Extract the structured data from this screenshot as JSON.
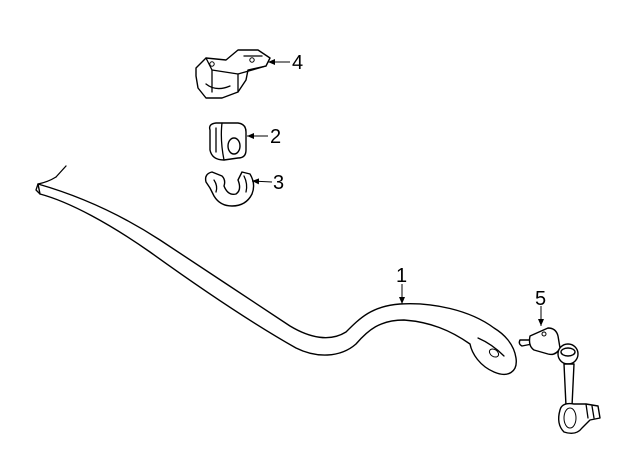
{
  "callouts": {
    "c1": "1",
    "c2": "2",
    "c3": "3",
    "c4": "4",
    "c5": "5"
  },
  "colors": {
    "ink": "#000000",
    "background": "#ffffff"
  }
}
